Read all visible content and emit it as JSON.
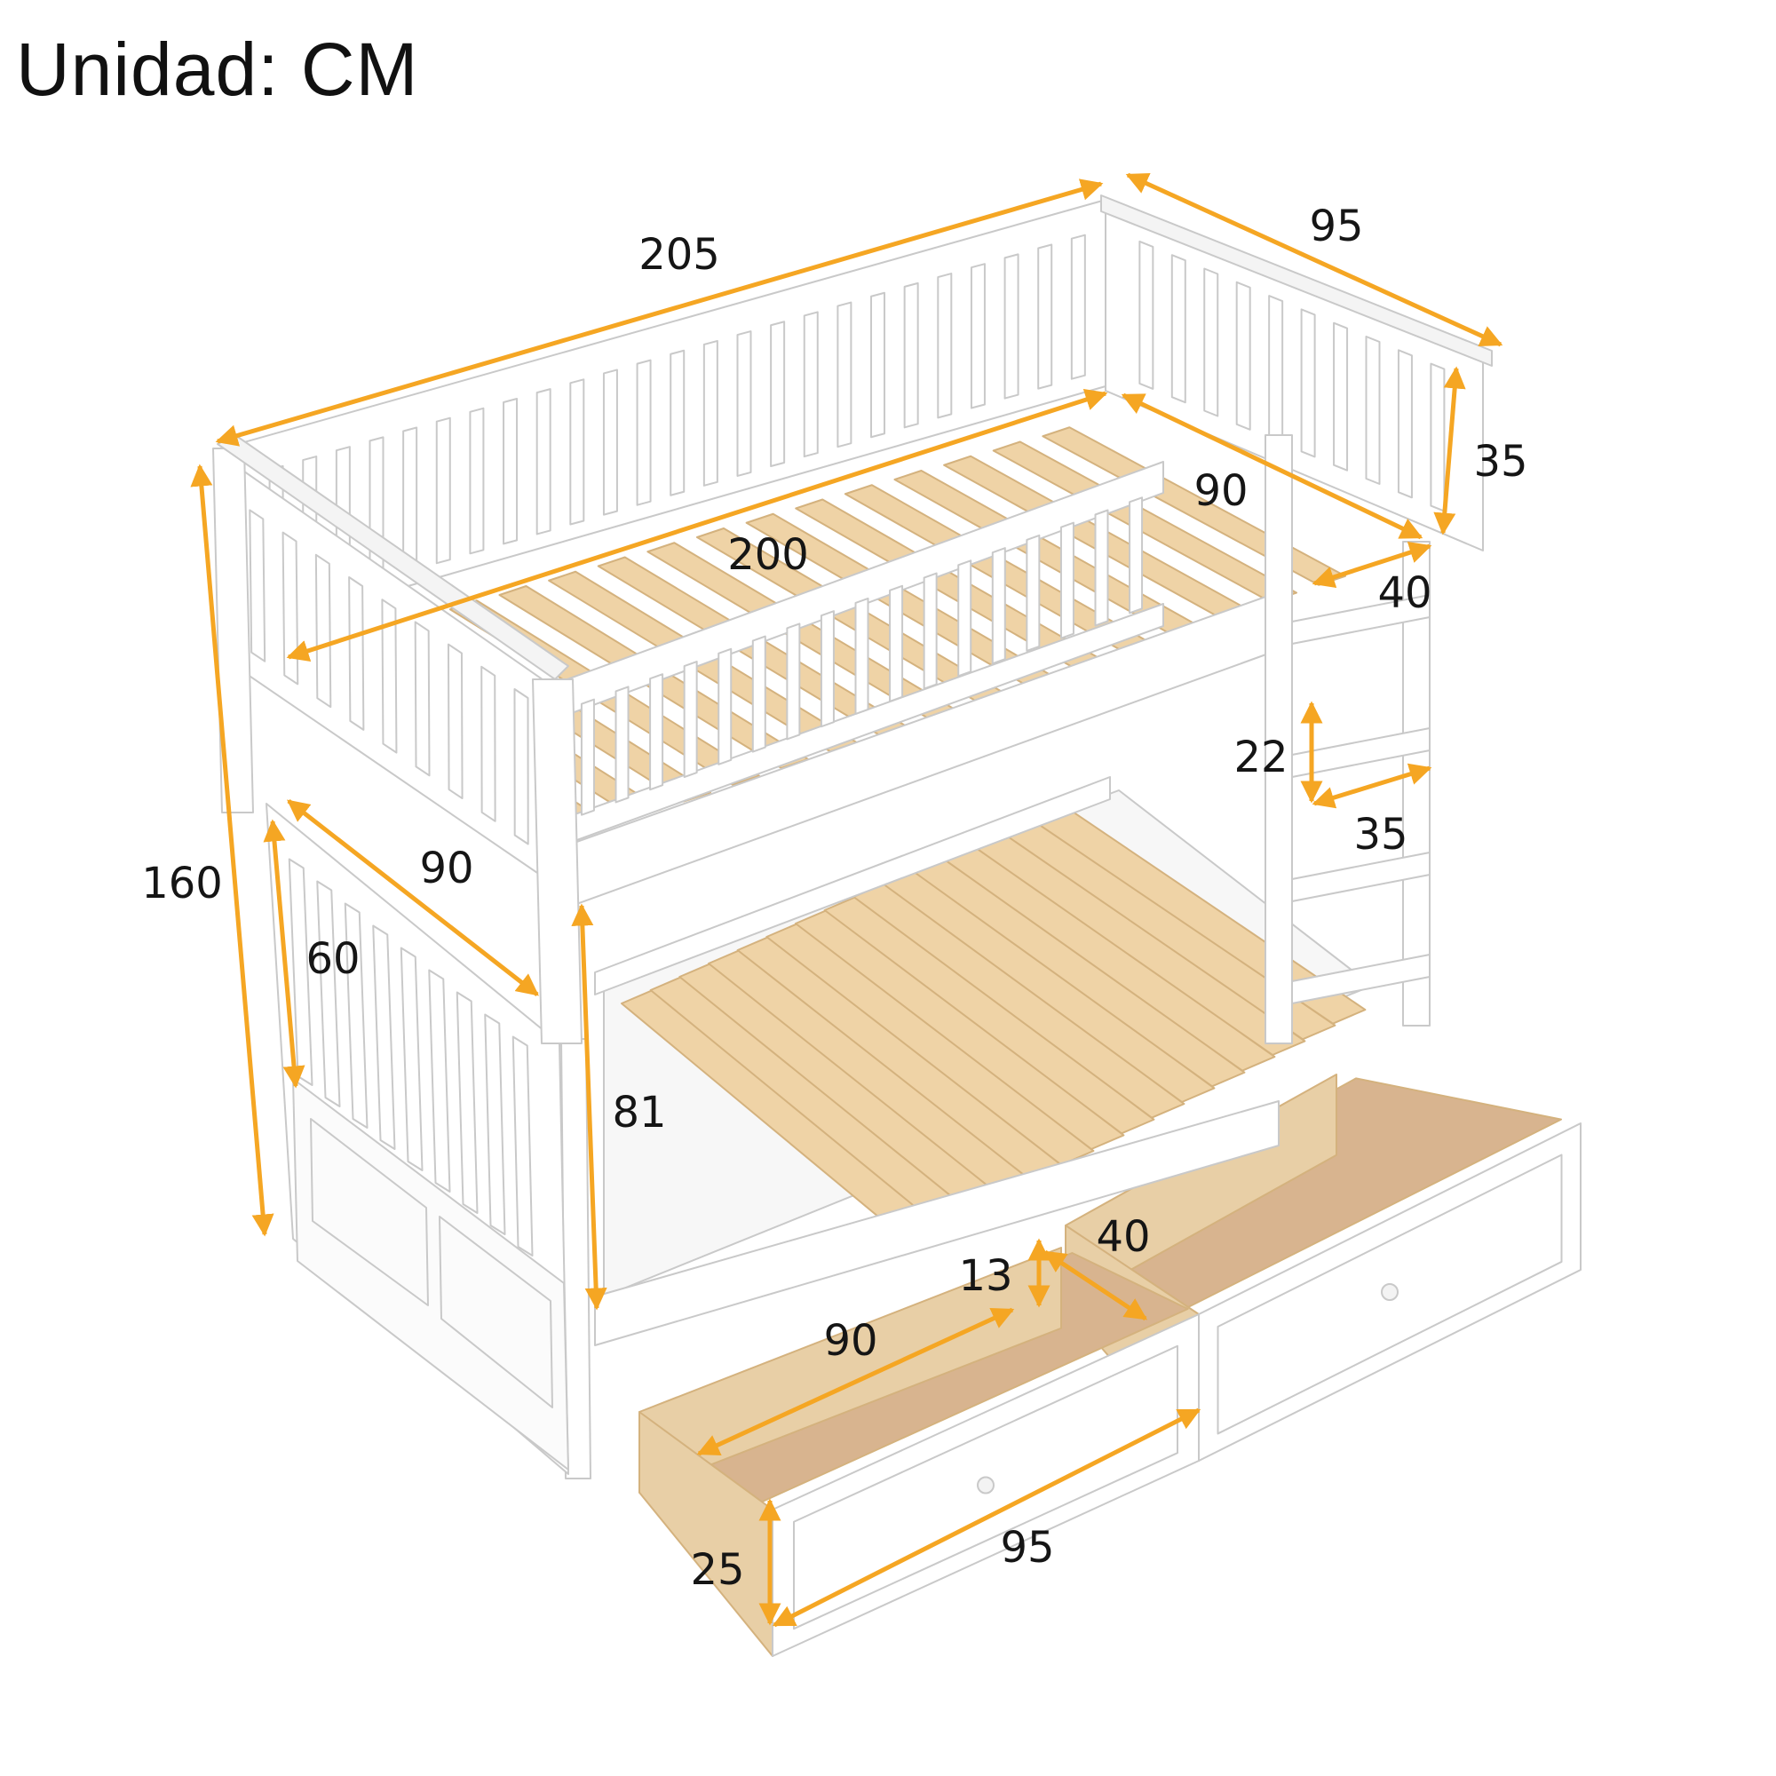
{
  "header": {
    "title": "Unidad: CM"
  },
  "colors": {
    "arrow": "#f5a623",
    "frame": "#ffffff",
    "frame_edge": "#c9c9c9",
    "slat": "#efd3a6",
    "slat_edge": "#d4b27e",
    "drawer_inside": "#d8b48f",
    "drawer_wood": "#e8cfa6"
  },
  "dimensions": {
    "top_length": "205",
    "top_width": "95",
    "rail_height": "35",
    "mattress_width": "90",
    "mattress_length": "200",
    "ladder_depth": "40",
    "step_gap": "22",
    "step_width": "35",
    "total_height": "160",
    "lower_width": "90",
    "lower_guard": "60",
    "lower_clearance": "81",
    "drawer_inner_depth": "40",
    "drawer_inner_height": "13",
    "drawer_inner_width": "90",
    "drawer_height": "25",
    "drawer_length": "95"
  }
}
